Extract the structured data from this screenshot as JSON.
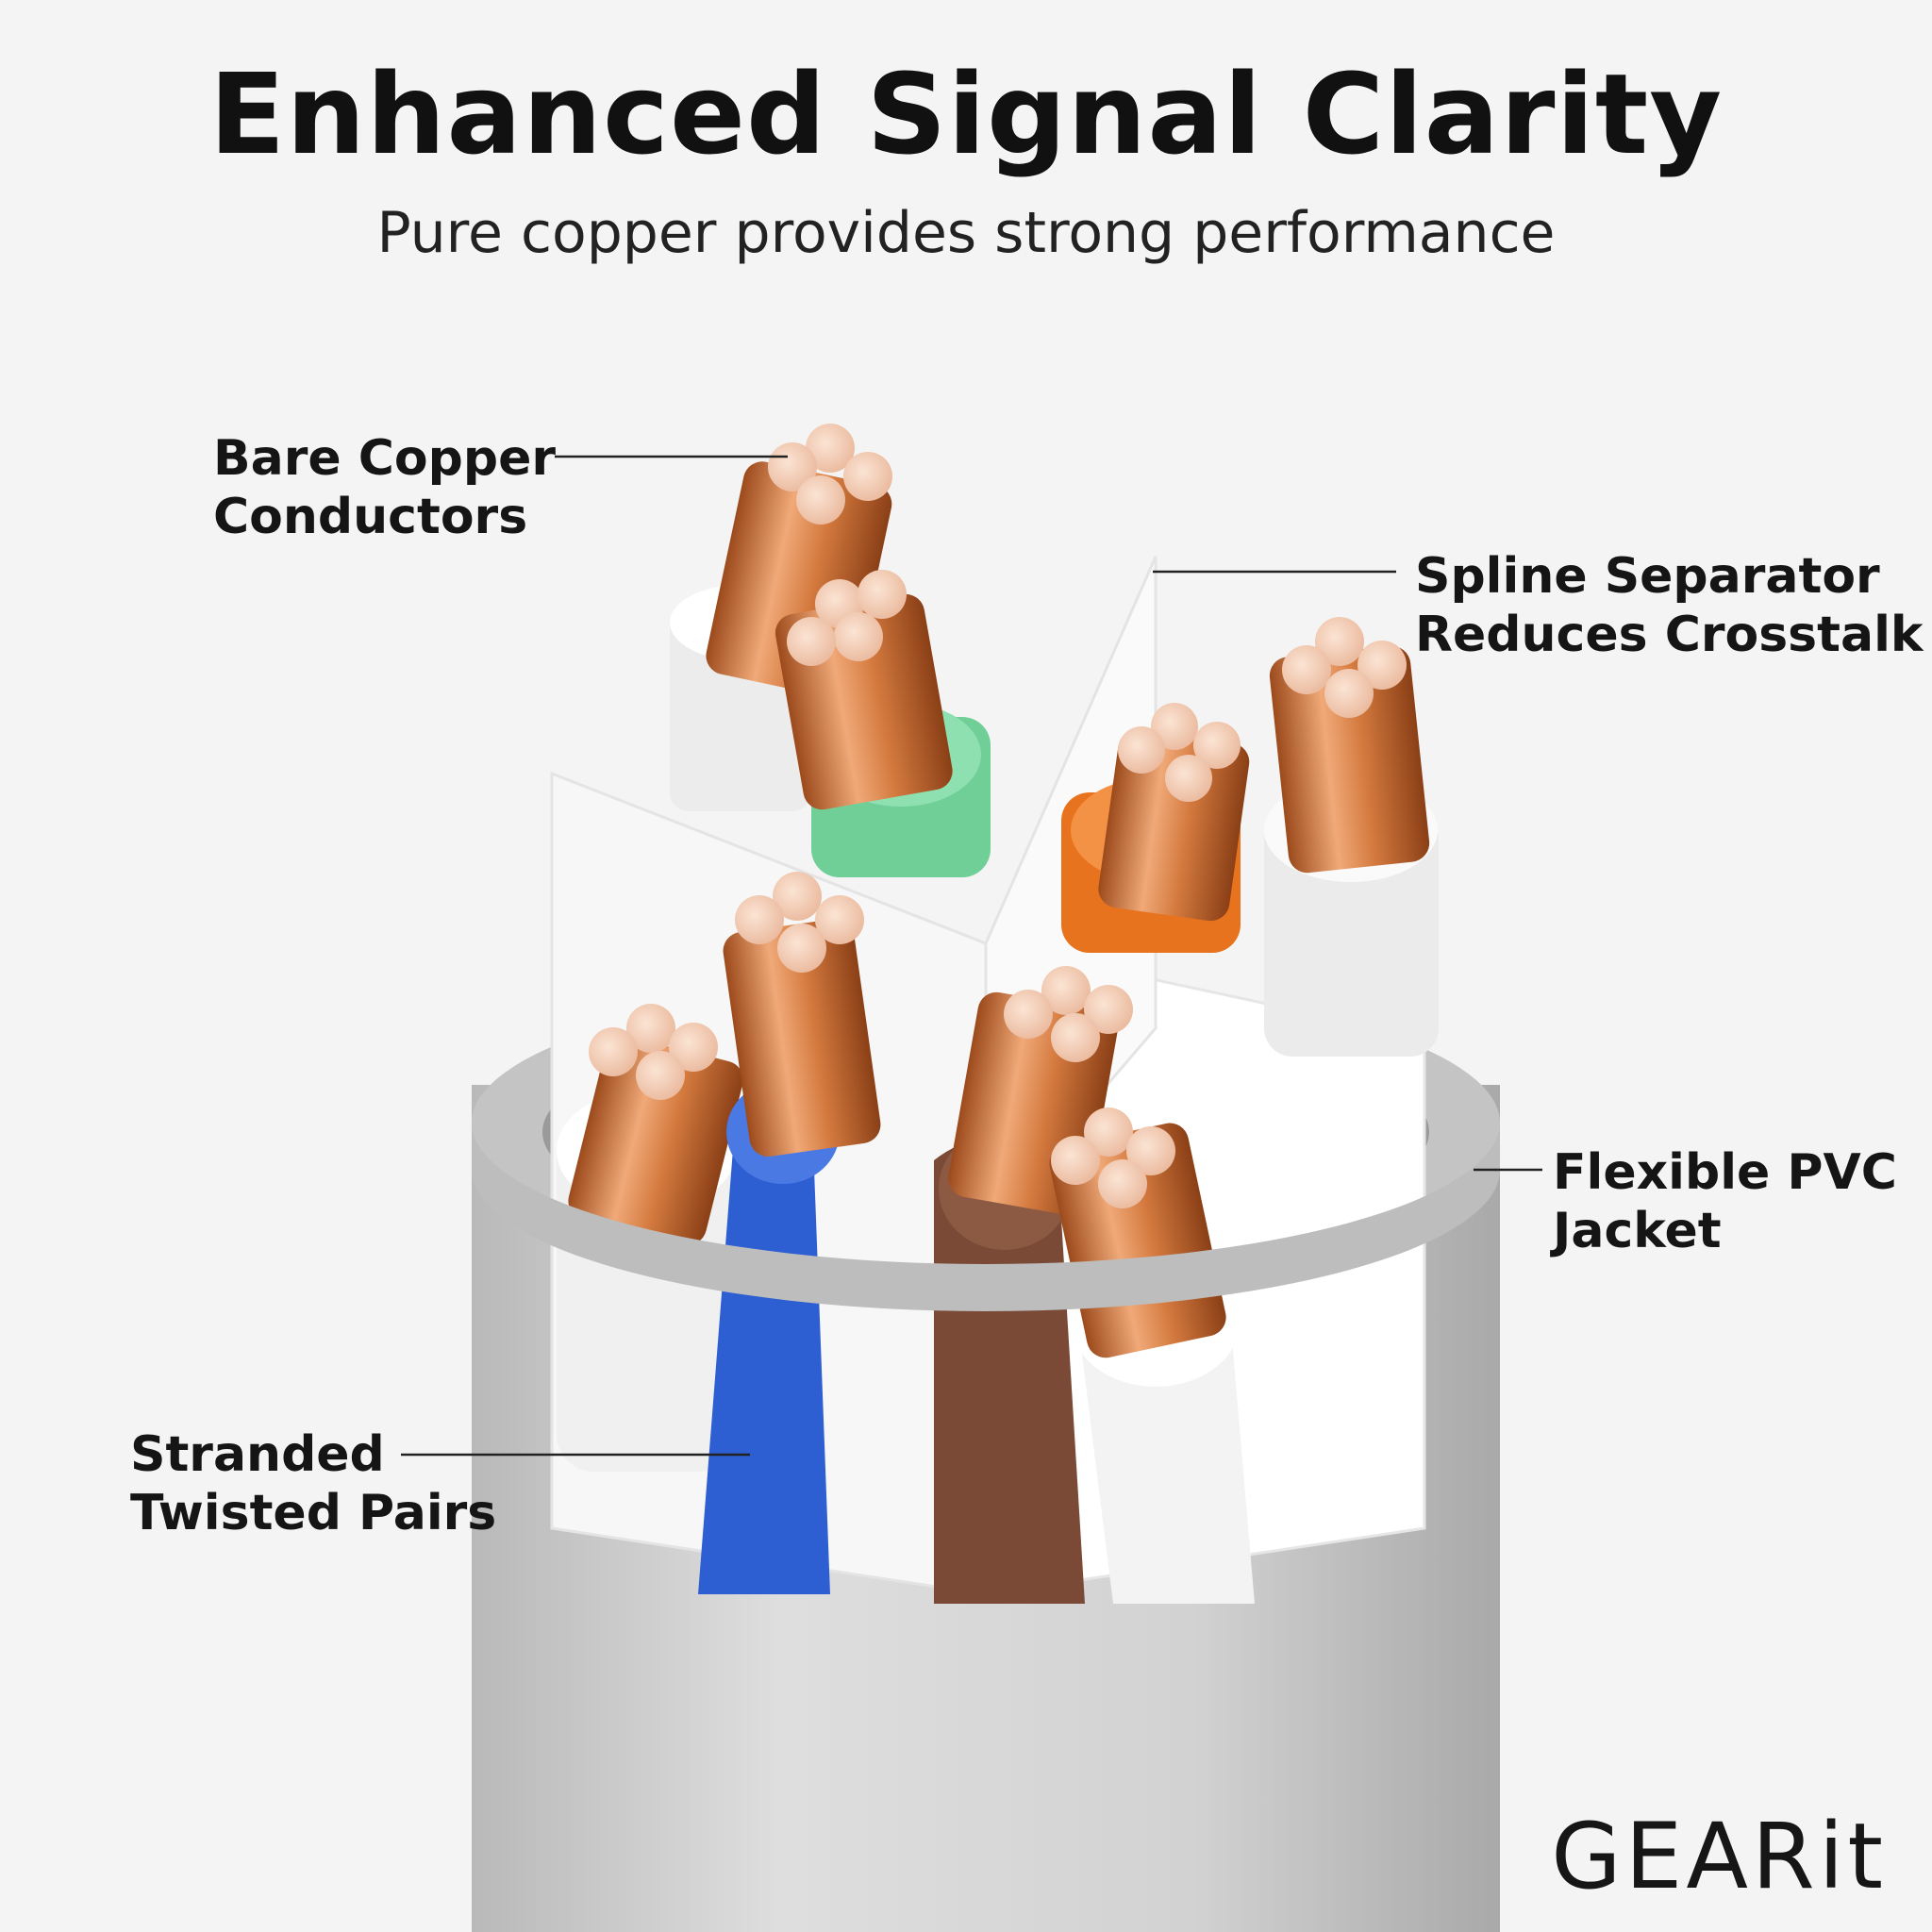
{
  "header": {
    "title": "Enhanced Signal Clarity",
    "subtitle": "Pure copper provides strong performance"
  },
  "callouts": {
    "bare_copper": [
      "Bare Copper",
      "Conductors"
    ],
    "spline": [
      "Spline Separator",
      "Reduces Crosstalk"
    ],
    "jacket": [
      "Flexible PVC",
      "Jacket"
    ],
    "stranded": [
      "Stranded",
      "Twisted Pairs"
    ]
  },
  "brand": {
    "logo_text": "GEARit"
  },
  "colors": {
    "background": "#f4f4f4",
    "jacket": "#cfcfcf",
    "copper": "#d98a55",
    "green": "#6fcf97",
    "orange": "#e8731e",
    "blue": "#2d5fd3",
    "brown": "#7a4a36",
    "white_wire": "#f2f2f2"
  },
  "icons": [
    "cable-cross-section-illustration",
    "gearit-logo"
  ]
}
